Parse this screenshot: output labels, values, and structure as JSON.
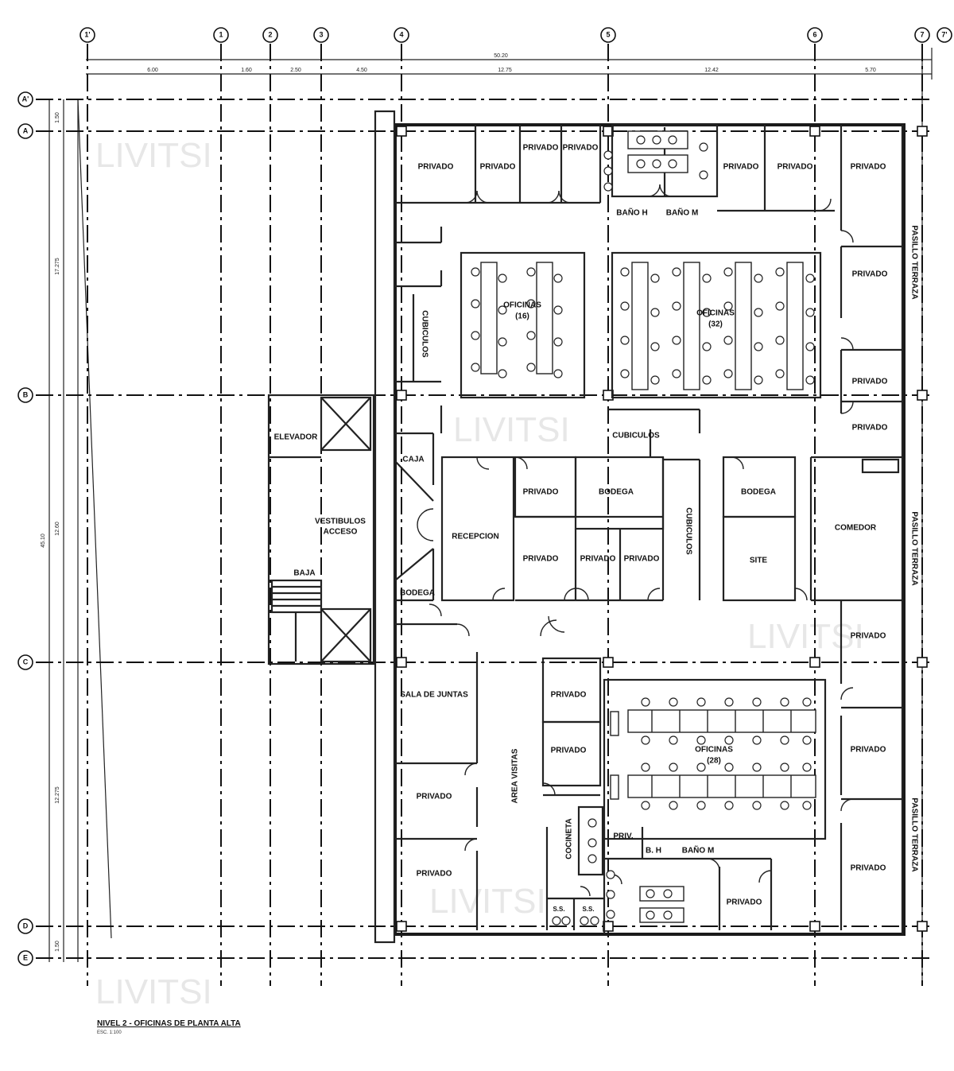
{
  "title": "NIVEL 2 - OFICINAS DE PLANTA ALTA",
  "scale": "ESC. 1:100",
  "watermark": "LIVITSI",
  "grid_columns": [
    "1'",
    "1",
    "2",
    "3",
    "4",
    "5",
    "6",
    "7",
    "7'"
  ],
  "grid_rows": [
    "A'",
    "A",
    "B",
    "C",
    "D",
    "E"
  ],
  "dimensions_top": [
    "50.20",
    "6.00",
    "1.60",
    "2.50",
    "4.50",
    "12.75",
    "12.42",
    "5.70"
  ],
  "dimensions_left": [
    "1.50",
    "17.275",
    "45.10",
    "12.60",
    "12.275",
    "1.50"
  ],
  "rooms": {
    "privado_1": "PRIVADO",
    "privado_2": "PRIVADO",
    "privado_3": "PRIVADO",
    "privado_4": "PRIVADO",
    "privado_5": "PRIVADO",
    "privado_6": "PRIVADO",
    "privado_7": "PRIVADO",
    "privado_8": "PRIVADO",
    "privado_9": "PRIVADO",
    "privado_10": "PRIVADO",
    "privado_11": "PRIVADO",
    "privado_12": "PRIVADO",
    "privado_13": "PRIVADO",
    "privado_14": "PRIVADO",
    "privado_15": "PRIVADO",
    "privado_16": "PRIVADO",
    "privado_17": "PRIVADO",
    "privado_18": "PRIVADO",
    "privado_19": "PRIVADO",
    "privado_20": "PRIVADO",
    "privado_21": "PRIVADO",
    "bano_h": "BAÑO H",
    "bano_m": "BAÑO M",
    "bano_h_2": "B. H",
    "bano_m_2": "BAÑO M",
    "cubiculos_1": "CUBICULOS",
    "cubiculos_2": "CUBICULOS",
    "cubiculos_3": "CUBICULOS",
    "oficinas_16": "OFICINAS",
    "oficinas_16_n": "(16)",
    "oficinas_32": "OFICINAS",
    "oficinas_32_n": "(32)",
    "oficinas_28": "OFICINAS",
    "oficinas_28_n": "(28)",
    "elevador": "ELEVADOR",
    "vestibulo": "VESTIBULOS",
    "acceso": "ACCESO",
    "baja": "BAJA",
    "caja": "CAJA",
    "recepcion": "RECEPCION",
    "bodega_1": "BODEGA",
    "bodega_2": "BODEGA",
    "bodega_3": "BODEGA",
    "site": "SITE",
    "comedor": "COMEDOR",
    "sala_juntas": "SALA DE JUNTAS",
    "area_visitas": "AREA VISITAS",
    "cocineta": "COCINETA",
    "priv": "PRIV.",
    "ss_1": "S.S.",
    "ss_2": "S.S.",
    "pasillo_terraza_1": "PASILLO TERRAZA",
    "pasillo_terraza_2": "PASILLO TERRAZA",
    "pasillo_terraza_3": "PASILLO TERRAZA"
  }
}
